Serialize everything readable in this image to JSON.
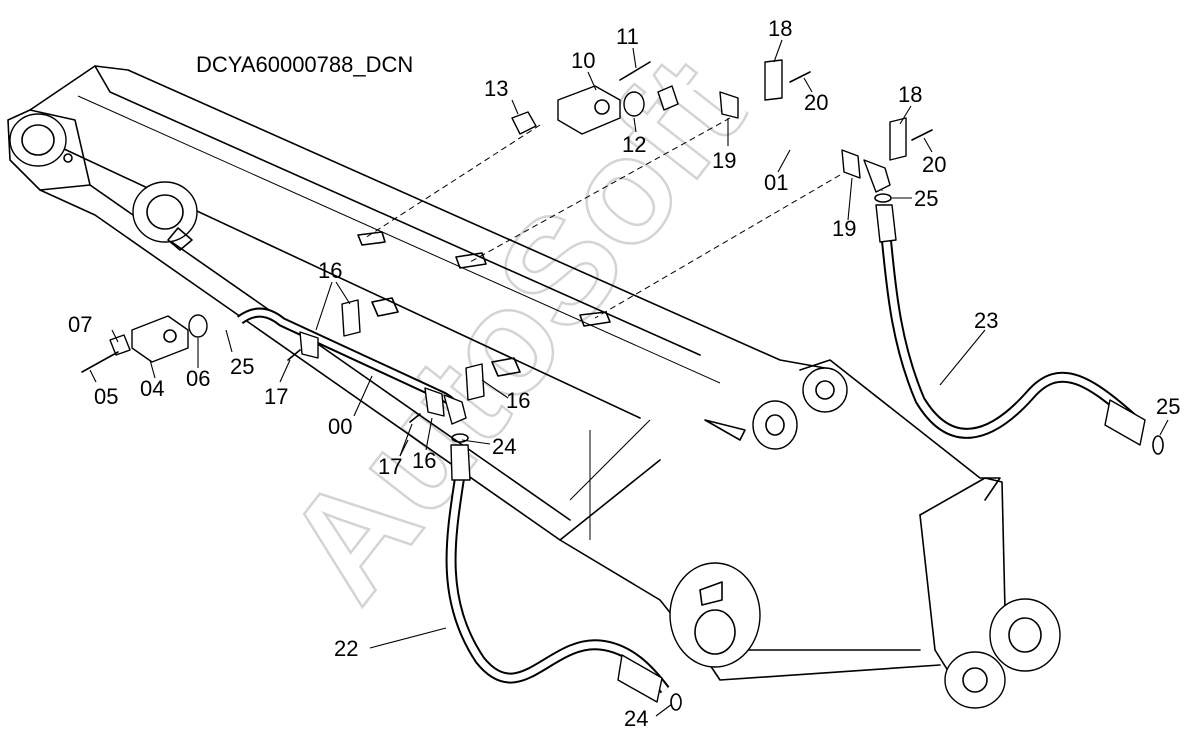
{
  "drawing": {
    "code": "DCYA60000788_DCN",
    "watermark": "AutoSoft"
  },
  "callouts": [
    {
      "id": "c-10",
      "label": "10"
    },
    {
      "id": "c-11",
      "label": "11"
    },
    {
      "id": "c-12",
      "label": "12"
    },
    {
      "id": "c-13",
      "label": "13"
    },
    {
      "id": "c-18a",
      "label": "18"
    },
    {
      "id": "c-18b",
      "label": "18"
    },
    {
      "id": "c-20a",
      "label": "20"
    },
    {
      "id": "c-20b",
      "label": "20"
    },
    {
      "id": "c-19a",
      "label": "19"
    },
    {
      "id": "c-19b",
      "label": "19"
    },
    {
      "id": "c-01",
      "label": "01"
    },
    {
      "id": "c-25a",
      "label": "25"
    },
    {
      "id": "c-25b",
      "label": "25"
    },
    {
      "id": "c-25c",
      "label": "25"
    },
    {
      "id": "c-23",
      "label": "23"
    },
    {
      "id": "c-16a",
      "label": "16"
    },
    {
      "id": "c-16b",
      "label": "16"
    },
    {
      "id": "c-16c",
      "label": "16"
    },
    {
      "id": "c-07",
      "label": "07"
    },
    {
      "id": "c-05",
      "label": "05"
    },
    {
      "id": "c-04",
      "label": "04"
    },
    {
      "id": "c-06",
      "label": "06"
    },
    {
      "id": "c-17a",
      "label": "17"
    },
    {
      "id": "c-17b",
      "label": "17"
    },
    {
      "id": "c-00",
      "label": "00"
    },
    {
      "id": "c-24a",
      "label": "24"
    },
    {
      "id": "c-24b",
      "label": "24"
    },
    {
      "id": "c-22",
      "label": "22"
    }
  ]
}
